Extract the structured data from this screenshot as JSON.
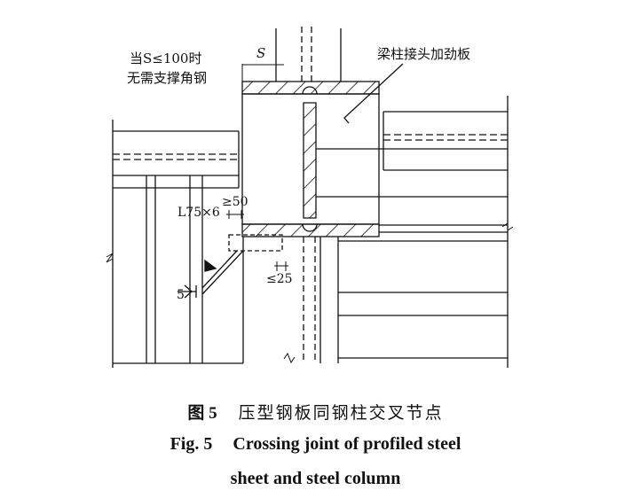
{
  "labels": {
    "s_condition_line1": "当S≤100时",
    "s_condition_line2": "无需支撑角钢",
    "s_dim": "S",
    "stiffener": "梁柱接头加劲板",
    "gap50": "≥50",
    "angle": "L75×6",
    "gap25": "≤25",
    "weld_size": "5"
  },
  "caption": {
    "cn_prefix": "图 5",
    "cn_title": "压型钢板同钢柱交叉节点",
    "en_prefix": "Fig. 5",
    "en_line1": "Crossing joint of profiled steel",
    "en_line2": "sheet and steel column"
  }
}
